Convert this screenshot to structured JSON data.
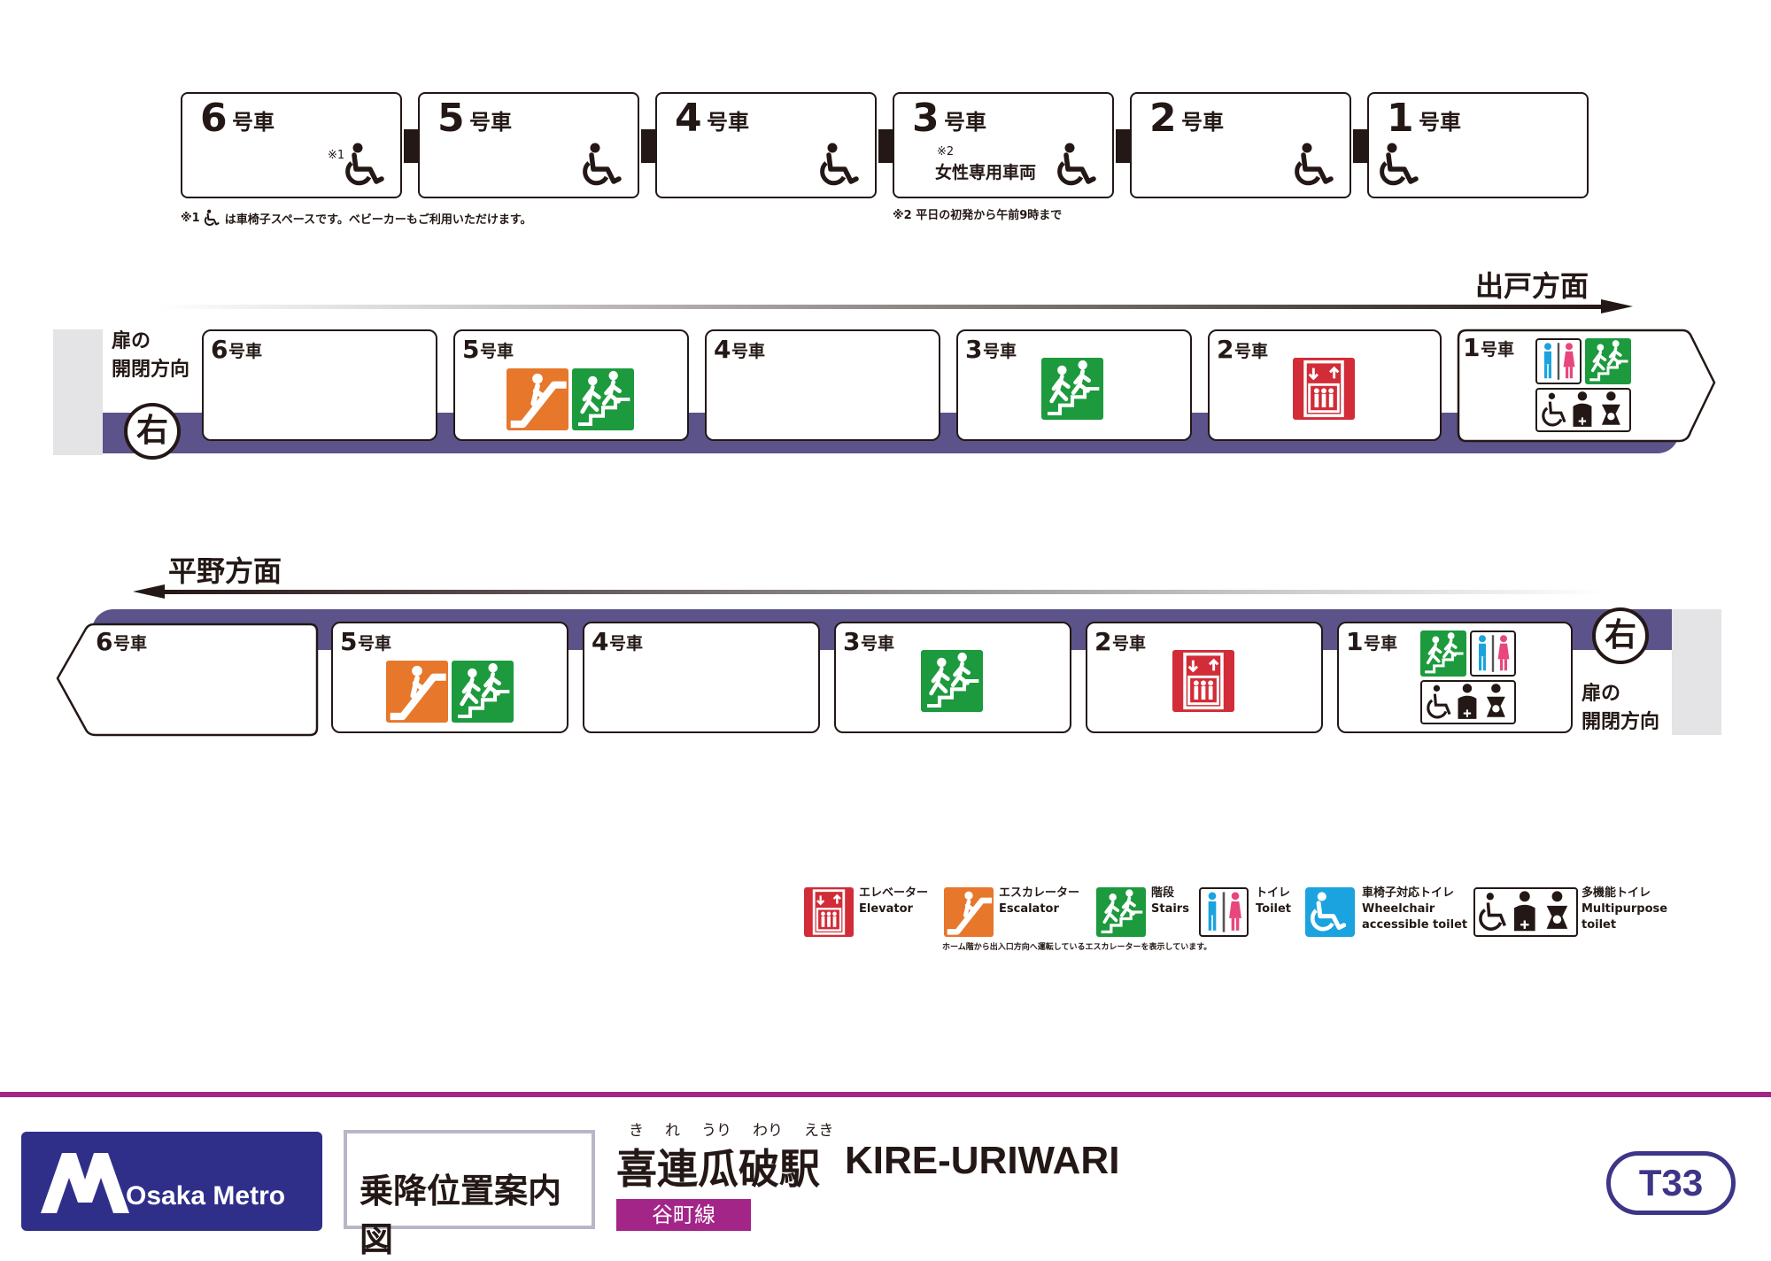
{
  "cars_top": [
    {
      "num": "6",
      "label": "号車"
    },
    {
      "num": "5",
      "label": "号車"
    },
    {
      "num": "4",
      "label": "号車"
    },
    {
      "num": "3",
      "label": "号車"
    },
    {
      "num": "2",
      "label": "号車"
    },
    {
      "num": "1",
      "label": "号車"
    }
  ],
  "car_label": "号車",
  "note1_mark": "※1",
  "note2_mark": "※2",
  "women_only": "女性専用車両",
  "footnote1": "は車椅子スペースです。ベビーカーもご利用いただけます。",
  "footnote2": "※2 平日の初発から午前9時まで",
  "dir_upper": "出戸方面",
  "dir_lower": "平野方面",
  "door_side": "右",
  "door_label_1": "扉の",
  "door_label_2": "開閉方向",
  "legend": [
    {
      "ja": "エレベーター",
      "en": "Elevator"
    },
    {
      "ja": "エスカレーター",
      "en": "Escalator"
    },
    {
      "ja": "階段",
      "en": "Stairs"
    },
    {
      "ja": "トイレ",
      "en": "Toilet"
    },
    {
      "ja": "車椅子対応トイレ",
      "en1": "Wheelchair",
      "en2": "accessible toilet"
    },
    {
      "ja": "多機能トイレ",
      "en1": "Multipurpose",
      "en2": "toilet"
    }
  ],
  "legend_note": "ホーム階から出入口方向へ運転しているエスカレーターを表示しています。",
  "footer": {
    "brand": "Osaka Metro",
    "guide_title": "乗降位置案内図",
    "station_ja": "喜連瓜破駅",
    "station_en": "KIRE-URIWARI",
    "furigana": [
      "き",
      "れ",
      "うり",
      "わり",
      "えき"
    ],
    "line": "谷町線",
    "code": "T33"
  },
  "colors": {
    "line": "#a32588",
    "band": "#5b5389",
    "code_border": "#3d3587",
    "brand_bg": "#2f2f8a"
  }
}
